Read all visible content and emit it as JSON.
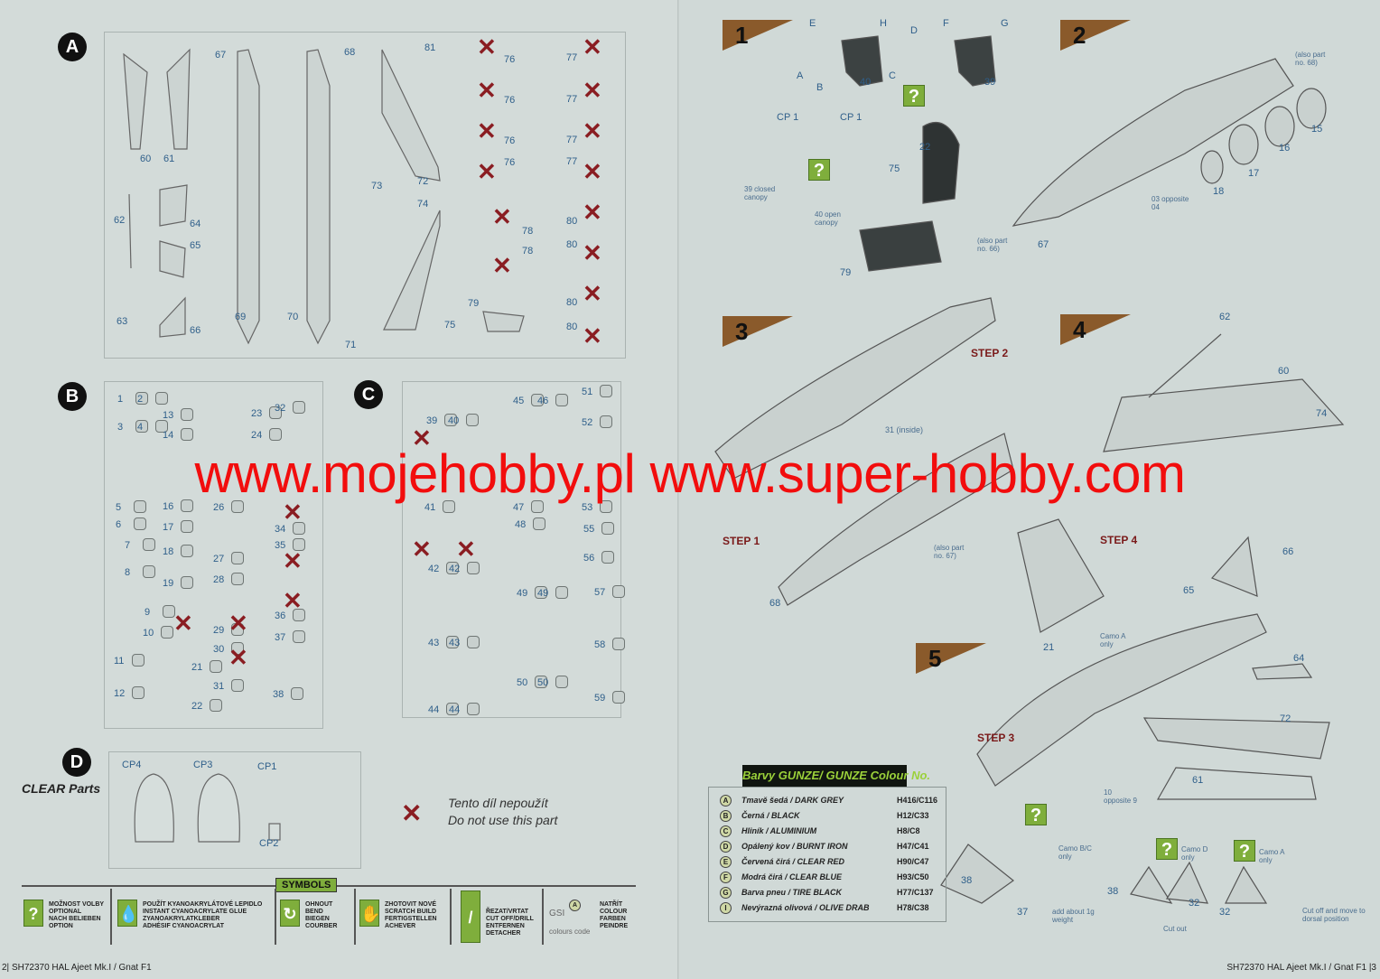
{
  "sections": {
    "A": "A",
    "B": "B",
    "C": "C",
    "D": "D",
    "d_title": "CLEAR Parts"
  },
  "sprue_a": {
    "nums": [
      "60",
      "61",
      "62",
      "63",
      "64",
      "65",
      "66",
      "67",
      "68",
      "69",
      "70",
      "71",
      "72",
      "73",
      "74",
      "75",
      "79",
      "81"
    ],
    "pylons_left": [
      "76",
      "76",
      "76",
      "76",
      "78",
      "78"
    ],
    "pylons_right": [
      "77",
      "77",
      "77",
      "77",
      "80",
      "80",
      "80",
      "80"
    ]
  },
  "sprue_b": [
    "1",
    "2",
    "3",
    "4",
    "5",
    "6",
    "7",
    "8",
    "9",
    "10",
    "11",
    "12",
    "13",
    "14",
    "16",
    "17",
    "18",
    "19",
    "21",
    "22",
    "23",
    "24",
    "26",
    "27",
    "28",
    "29",
    "30",
    "31",
    "32",
    "34",
    "35",
    "36",
    "37",
    "38"
  ],
  "sprue_c": [
    "39",
    "40",
    "41",
    "42",
    "42",
    "43",
    "43",
    "44",
    "44",
    "45",
    "46",
    "47",
    "48",
    "49",
    "49",
    "50",
    "50",
    "51",
    "52",
    "53",
    "55",
    "56",
    "57",
    "58",
    "59"
  ],
  "sprue_d": [
    "CP4",
    "CP3",
    "CP1",
    "CP2"
  ],
  "legend": {
    "line1": "Tento díl nepoužít",
    "line2": "Do not use this part"
  },
  "steps": [
    "1",
    "2",
    "3",
    "4",
    "5"
  ],
  "step_labels": [
    "STEP 1",
    "STEP 2",
    "STEP 3",
    "STEP 4"
  ],
  "step1": {
    "parts": [
      "E",
      "H",
      "D",
      "F",
      "G",
      "A",
      "B",
      "C",
      "40",
      "39",
      "CP 1",
      "CP 1",
      "22",
      "75",
      "79"
    ],
    "closed": "39 closed canopy",
    "open": "40 open canopy"
  },
  "step2": {
    "also68": "(also part no. 68)",
    "also66": "(also part no. 66)",
    "opp": "03 opposite 04",
    "parts": [
      "15",
      "16",
      "17",
      "18",
      "67"
    ]
  },
  "step3": {
    "inside": "31 (inside)",
    "also67": "(also part no. 67)",
    "parts": [
      "68"
    ]
  },
  "step4": {
    "parts": [
      "62",
      "60",
      "74"
    ]
  },
  "step5": {
    "parts": [
      "66",
      "65",
      "64",
      "72",
      "61",
      "21",
      "38",
      "37",
      "38",
      "32",
      "32"
    ],
    "camo_a": "Camo A only",
    "opp10": "10 opposite 9",
    "camo_bc": "Camo B/C only",
    "camo_d": "Camo D only",
    "camo_a2": "Camo A only",
    "weight": "add about 1g weight",
    "cutout": "Cut out",
    "cutoff": "Cut off and move to dorsal position"
  },
  "watermark": "www.mojehobby.pl www.super-hobby.com",
  "colours": {
    "title": "Barvy GUNZE/ GUNZE Colour No.",
    "rows": [
      {
        "k": "A",
        "name": "Tmavě šedá / DARK GREY",
        "code": "H416/C116"
      },
      {
        "k": "B",
        "name": "Černá / BLACK",
        "code": "H12/C33"
      },
      {
        "k": "C",
        "name": "Hliník / ALUMINIUM",
        "code": "H8/C8"
      },
      {
        "k": "D",
        "name": "Opálený kov / BURNT IRON",
        "code": "H47/C41"
      },
      {
        "k": "E",
        "name": "Červená čirá / CLEAR RED",
        "code": "H90/C47"
      },
      {
        "k": "F",
        "name": "Modrá čirá / CLEAR BLUE",
        "code": "H93/C50"
      },
      {
        "k": "G",
        "name": "Barva pneu / TIRE BLACK",
        "code": "H77/C137"
      },
      {
        "k": "I",
        "name": "Nevýrazná olivová / OLIVE DRAB",
        "code": "H78/C38"
      }
    ],
    "accent": "#9bd13a"
  },
  "symbols": {
    "title": "SYMBOLS",
    "items": [
      {
        "icon": "?",
        "text": "MOŽNOST VOLBY\nOPTIONAL\nNACH BELIEBEN\nOPTION"
      },
      {
        "icon": "💧",
        "text": "POUŽÍT KYANOAKRYLÁTOVÉ LEPIDLO\nINSTANT CYANOACRYLATE GLUE\nZYANOAKRYLATKLEBER\nADHÉSIF CYANOACRYLAT"
      },
      {
        "icon": "↻",
        "text": "OHNOUT\nBEND\nBIEGEN\nCOURBER"
      },
      {
        "icon": "✋",
        "text": "ZHOTOVIT NOVÉ\nSCRATCH BUILD\nFERTIGSTELLEN\nACHEVER"
      },
      {
        "icon": "/",
        "text": "ŘEZAT/VRTAT\nCUT OFF/DRILL\nENTFERNEN\nDETACHER"
      },
      {
        "icon": "A",
        "text": "NATŘÍT\nCOLOUR\nFARBEN\nPEINDRE"
      }
    ],
    "gsi": "GSI",
    "colours_code": "colours code",
    "green": "#7fae3c"
  },
  "footer": {
    "left": "2|  SH72370  HAL Ajeet Mk.I / Gnat F1",
    "right": "SH72370  HAL Ajeet Mk.I / Gnat F1  |3"
  }
}
